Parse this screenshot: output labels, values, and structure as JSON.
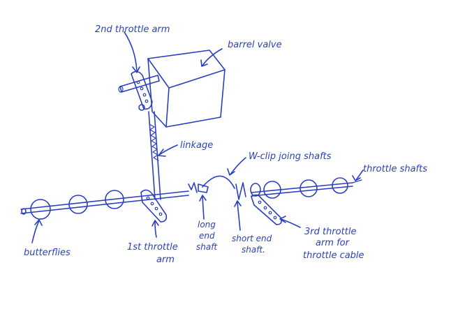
{
  "labels": {
    "second_throttle_arm": "2nd throttle arm",
    "barrel_valve": "barrel valve",
    "linkage": "linkage",
    "w_clip": "W-clip joing shafts",
    "throttle_shafts": "throttle shafts",
    "long_end_shaft_1": "long",
    "long_end_shaft_2": "end",
    "long_end_shaft_3": "shaft",
    "short_end_shaft_1": "short end",
    "short_end_shaft_2": "shaft.",
    "third_throttle_arm_1": "3rd throttle",
    "third_throttle_arm_2": "arm for",
    "third_throttle_arm_3": "throttle cable",
    "butterflies": "butterflies",
    "first_throttle_arm_1": "1st throttle",
    "first_throttle_arm_2": "arm"
  },
  "colors": {
    "ink": "#2a3fc2",
    "background": "#ffffff"
  }
}
